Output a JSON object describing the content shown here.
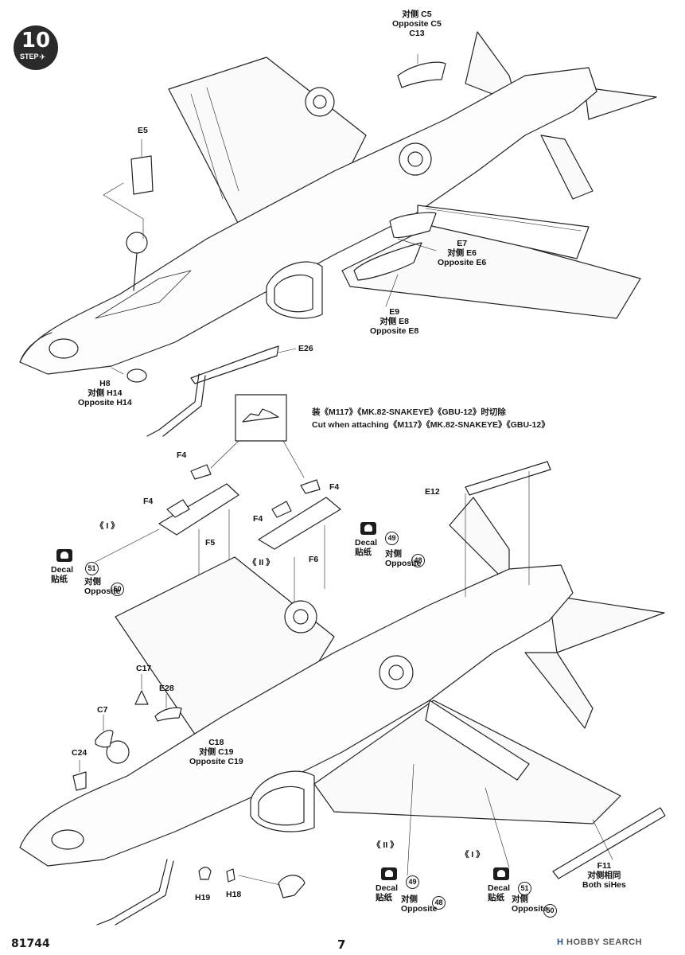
{
  "step": {
    "number": "10",
    "word": "STEP"
  },
  "footer": {
    "product_code": "81744",
    "page_number": "7",
    "watermark_brand": "HOBBY SEARCH",
    "watermark_mark": "H"
  },
  "cut_note": {
    "cn": "装《M117》《MK.82-SNAKEYE》《GBU-12》时切除",
    "en": "Cut when attaching《M117》《MK.82-SNAKEYE》《GBU-12》"
  },
  "callouts": {
    "c5": {
      "cn": "对侧 C5",
      "en": "Opposite C5",
      "part": "C13"
    },
    "e5": "E5",
    "e7": {
      "part": "E7",
      "cn": "对侧 E6",
      "en": "Opposite E6"
    },
    "e9": {
      "part": "E9",
      "cn": "对侧 E8",
      "en": "Opposite E8"
    },
    "e26": "E26",
    "h8": {
      "part": "H8",
      "cn": "对侧 H14",
      "en": "Opposite H14"
    },
    "e12": "E12",
    "f4a": "F4",
    "f4b": "F4",
    "f4c": "F4",
    "f4d": "F4",
    "f5": "F5",
    "f6": "F6",
    "roman1_top": "《 I 》",
    "roman2_top": "《 II 》",
    "decal_left": {
      "word": "Decal",
      "cn_word": "贴纸",
      "num": "51",
      "cn": "对侧",
      "en": "Opposite",
      "num2": "50"
    },
    "decal_mid": {
      "word": "Decal",
      "cn_word": "贴纸",
      "num": "49",
      "cn": "对侧",
      "en": "Opposite",
      "num2": "48"
    },
    "c17": "C17",
    "e28": "E28",
    "c7": "C7",
    "c24": "C24",
    "c18": {
      "part": "C18",
      "cn": "对侧 C19",
      "en": "Opposite C19"
    },
    "h19": "H19",
    "h18": "H18",
    "roman2_bot": "《 II 》",
    "roman1_bot": "《 I 》",
    "decal_bl": {
      "word": "Decal",
      "cn_word": "贴纸",
      "num": "49",
      "cn": "对侧",
      "en": "Opposite",
      "num2": "48"
    },
    "decal_br": {
      "word": "Decal",
      "cn_word": "贴纸",
      "num": "51",
      "cn": "对侧",
      "en": "Opposite",
      "num2": "50"
    },
    "f11": {
      "part": "F11",
      "cn": "对侧相同",
      "en": "Both siHes"
    }
  }
}
